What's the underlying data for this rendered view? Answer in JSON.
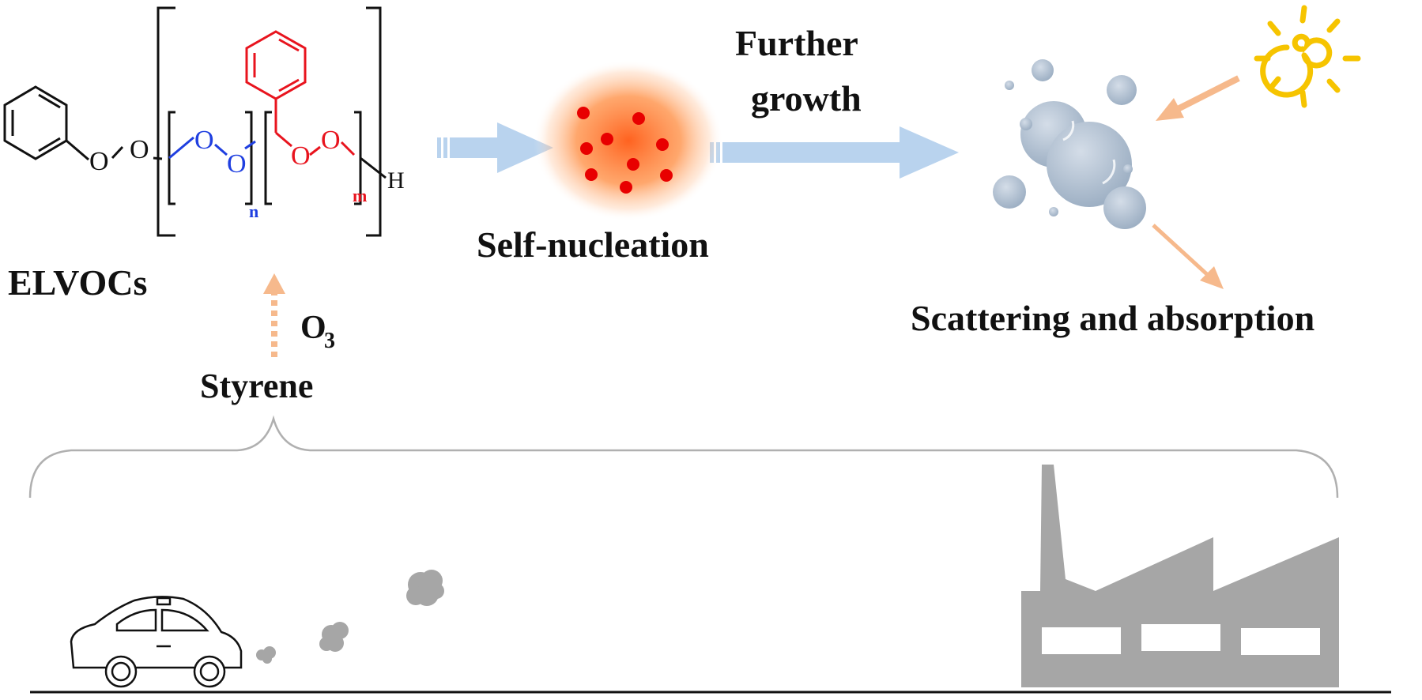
{
  "labels": {
    "elvocs": "ELVOCs",
    "styrene": "Styrene",
    "ozone": "O",
    "ozone_sub": "3",
    "self_nucleation": "Self-nucleation",
    "further_line1": "Further",
    "further_line2": "growth",
    "scattering": "Scattering and absorption"
  },
  "structure": {
    "oxygen": "O",
    "hydrogen": "H",
    "n": "n",
    "m": "m"
  },
  "colors": {
    "black": "#111111",
    "blue_segment": "#1f3fe0",
    "red_segment": "#e8141e",
    "flow_arrow": "#b9d3ee",
    "light_arrow": "#f6b98c",
    "nucleus_dot": "#e80000",
    "nucleus_glow": "#ff7a2a",
    "particle": "#aab9ca",
    "sun": "#f6c400",
    "gray": "#a6a6a6"
  },
  "icons": [
    "benzene-ring-icon",
    "sun-icon",
    "car-icon",
    "factory-icon",
    "exhaust-puff-icon",
    "particle-icon"
  ]
}
